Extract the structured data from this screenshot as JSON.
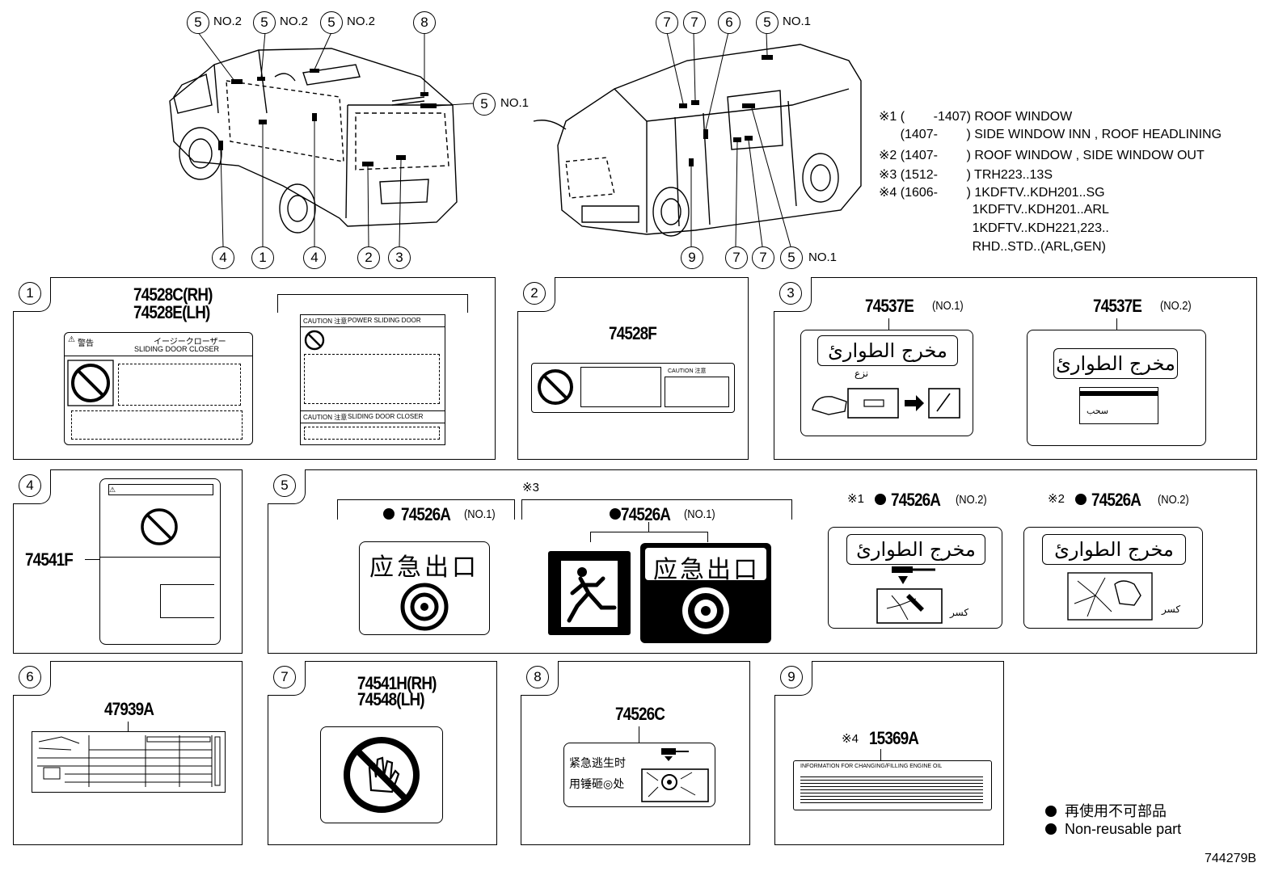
{
  "callouts": {
    "left_van": [
      {
        "n": "5",
        "tag": "NO.2"
      },
      {
        "n": "5",
        "tag": "NO.2"
      },
      {
        "n": "5",
        "tag": "NO.2"
      },
      {
        "n": "8",
        "tag": ""
      },
      {
        "n": "5",
        "tag": "NO.1"
      },
      {
        "n": "4",
        "tag": ""
      },
      {
        "n": "1",
        "tag": ""
      },
      {
        "n": "4",
        "tag": ""
      },
      {
        "n": "2",
        "tag": ""
      },
      {
        "n": "3",
        "tag": ""
      }
    ],
    "right_van": [
      {
        "n": "7",
        "tag": ""
      },
      {
        "n": "7",
        "tag": ""
      },
      {
        "n": "6",
        "tag": ""
      },
      {
        "n": "5",
        "tag": "NO.1"
      },
      {
        "n": "9",
        "tag": ""
      },
      {
        "n": "7",
        "tag": ""
      },
      {
        "n": "7",
        "tag": ""
      },
      {
        "n": "5",
        "tag": "NO.1"
      }
    ]
  },
  "notes": [
    "※1 (        -1407) ROOF WINDOW",
    "      (1407-        ) SIDE WINDOW INN , ROOF HEADLINING",
    "※2 (1407-        ) ROOF WINDOW , SIDE WINDOW OUT",
    "※3 (1512-        ) TRH223..13S",
    "※4 (1606-        ) 1KDFTV..KDH201..SG",
    "                          1KDFTV..KDH201..ARL",
    "                          1KDFTV..KDH221,223..",
    "                          RHD..STD..(ARL,GEN)"
  ],
  "panels": {
    "p1": {
      "num": "1",
      "part1": "74528C(RH)",
      "part2": "74528E(LH)",
      "label_warn": "警告",
      "label_jp": "イージークローザー",
      "label_en": "SLIDING DOOR CLOSER",
      "caution1": "CAUTION 注意",
      "power_door": "POWER SLIDING DOOR",
      "caution2": "CAUTION 注意",
      "closer": "SLIDING DOOR CLOSER"
    },
    "p2": {
      "num": "2",
      "part": "74528F",
      "caution": "CAUTION 注意"
    },
    "p3": {
      "num": "3",
      "part_a": "74537E",
      "tag_a": "(NO.1)",
      "part_b": "74537E",
      "tag_b": "(NO.2)",
      "arabic": "مخرج الطوارئ",
      "remove": "نزع",
      "pull": "سحب"
    },
    "p4": {
      "num": "4",
      "part": "74541F"
    },
    "p5": {
      "num": "5",
      "ref3": "※3",
      "part_a": "74526A",
      "tag_a": "(NO.1)",
      "part_b": "74526A",
      "tag_b": "(NO.1)",
      "chinese": "应急出口",
      "ref1": "※1",
      "part_c": "74526A",
      "tag_c": "(NO.2)",
      "ref2": "※2",
      "part_d": "74526A",
      "tag_d": "(NO.2)",
      "arabic": "مخرج الطوارئ",
      "break": "كسر"
    },
    "p6": {
      "num": "6",
      "part": "47939A"
    },
    "p7": {
      "num": "7",
      "part1": "74541H(RH)",
      "part2": "74548(LH)"
    },
    "p8": {
      "num": "8",
      "part": "74526C",
      "line1": "紧急逃生时",
      "line2": "用锤砸◎处"
    },
    "p9": {
      "num": "9",
      "ref": "※4",
      "part": "15369A",
      "info": "INFORMATION FOR CHANGING/FILLING ENGINE OIL"
    }
  },
  "legend": {
    "line1": "再使用不可部品",
    "line2": "Non-reusable part"
  },
  "figure_id": "744279B"
}
